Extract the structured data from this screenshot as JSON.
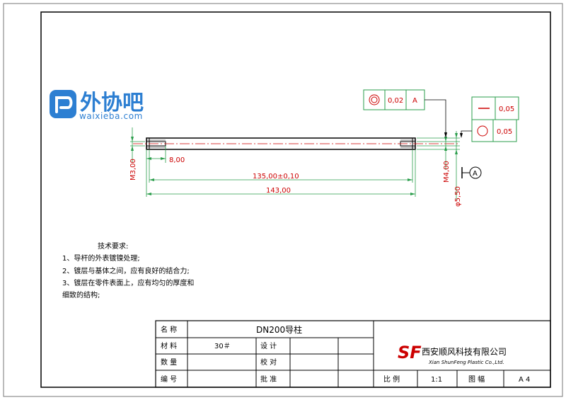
{
  "watermark": {
    "name_cn": "外协吧",
    "name_en": "waixieba.com"
  },
  "tolerance_frames": {
    "concentricity": {
      "symbol": "concentricity-icon",
      "value": "0,02",
      "datum": "A"
    },
    "straightness": {
      "symbol": "straightness-icon",
      "value": "0,05"
    },
    "roundness": {
      "symbol": "circularity-icon",
      "value": "0,05"
    }
  },
  "datum_label": "A",
  "dimensions": {
    "thread_left": "M3,00",
    "thread_depth": "8,00",
    "shaft_length": "135,00±0,10",
    "total_length": "143,00",
    "thread_right": "M4,00",
    "diameter": "φ5,50"
  },
  "tech_requirements": {
    "title": "技术要求:",
    "lines": [
      "1、导杆的外表镀镍处理;",
      "2、镀层与基体之间，应有良好的结合力;",
      "3、镀层在零件表面上，应有均匀的厚度和",
      "细致的结构;"
    ]
  },
  "title_block": {
    "labels": {
      "name": "名  称",
      "material": "材  料",
      "quantity": "数  量",
      "number": "编  号",
      "design": "设  计",
      "check": "校  对",
      "approve": "批  准",
      "scale": "比  例",
      "sheet_size": "图  幅"
    },
    "values": {
      "name": "DN200导柱",
      "material": "30＃",
      "scale": "1:1",
      "sheet_size": "A 4"
    },
    "company": {
      "logo": "SF",
      "name_cn": "西安顺风科技有限公司",
      "name_en": "Xian ShunFeng Plastic Co.,Ltd."
    }
  }
}
